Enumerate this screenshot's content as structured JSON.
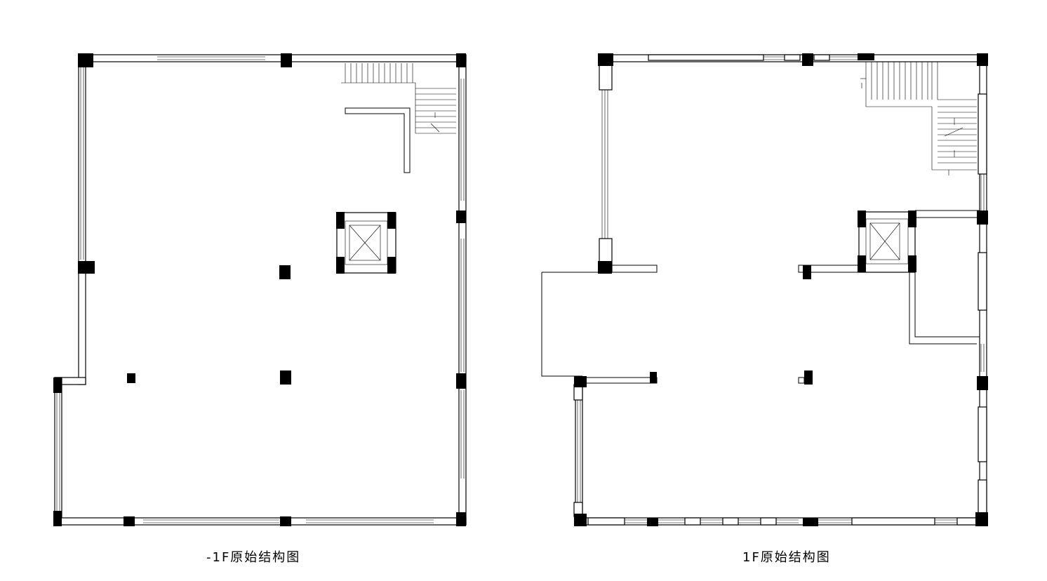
{
  "plans": [
    {
      "id": "basement",
      "caption": "-1F原始结构图"
    },
    {
      "id": "first_floor",
      "caption": "1F原始结构图"
    }
  ]
}
